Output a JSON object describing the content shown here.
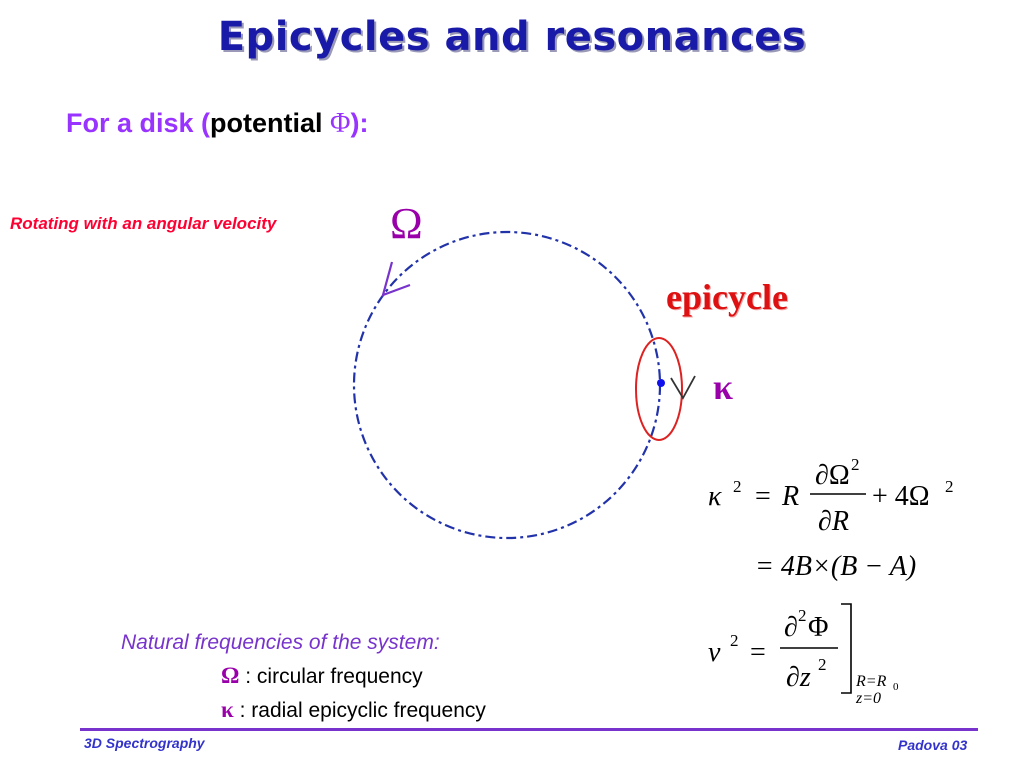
{
  "slide": {
    "title": "Epicycles and resonances",
    "subtitle": {
      "prefix": "For a disk (",
      "potential_word": "potential ",
      "phi_symbol": "Φ",
      "suffix": "):"
    },
    "rotation_label": "Rotating with an angular velocity",
    "omega_symbol": "Ω",
    "epicycle_label": "epicycle",
    "kappa_symbol": "κ",
    "natural_frequencies": {
      "heading": "Natural frequencies of the system:",
      "items": [
        {
          "symbol": "Ω",
          "text": " : circular frequency"
        },
        {
          "symbol": "κ",
          "text": "  : radial epicyclic frequency"
        }
      ]
    },
    "equations": {
      "kappa_lhs": "κ",
      "exp2": "2",
      "eq": "=",
      "R": "R",
      "partial_omega_num": "∂Ω",
      "partial_R_den": "∂R",
      "plus_four_omega": "+ 4Ω",
      "line2": "= 4B×(B − A)",
      "nu_lhs": "ν",
      "partial2_phi_num": "∂",
      "phi": "Φ",
      "partial_z_den": "∂z",
      "cond_R": "R=R",
      "cond_sub0": "0",
      "cond_z": "z=0"
    },
    "colors": {
      "title": "#1a1aa8",
      "subtitle_accent": "#9933ff",
      "rotation_label": "#ff0033",
      "symbols": "#9900aa",
      "orbit": "#2233aa",
      "epicycle": "#dd2222",
      "footer": "#3333cc"
    }
  },
  "footer": {
    "left": "3D Spectrography",
    "right": "Padova 03"
  }
}
